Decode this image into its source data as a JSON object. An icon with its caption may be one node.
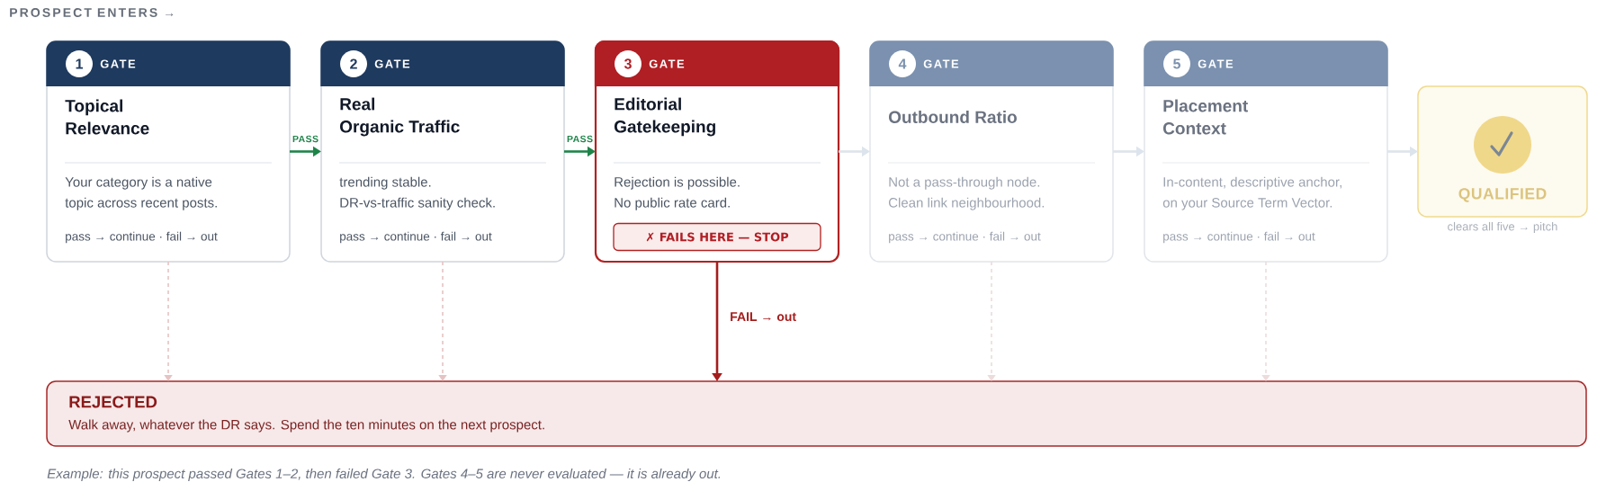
{
  "diagram": {
    "title": "PROSPECT ENTERS →",
    "caption": "Example: this prospect passed Gates 1–2, then failed Gate 3. Gates 4–5 are never evaluated — it is already out.",
    "nodes": [
      {
        "text": [
          "1",
          "GATE",
          "Topical Relevance",
          "Your category is a native topic across recent posts.",
          "pass → continue · fail → out"
        ]
      },
      {
        "text": [
          "2",
          "GATE",
          "Real Organic Traffic",
          "trending stable. DR-vs-traffic sanity check.",
          "pass → continue · fail → out"
        ]
      },
      {
        "text": [
          "3",
          "GATE",
          "Editorial Gatekeeping",
          "Rejection is possible. No public rate card."
        ]
      },
      {
        "text": [
          "✗ FAILS HERE — STOP"
        ],
        "in": 2
      },
      {
        "text": [
          "4",
          "GATE",
          "Outbound Ratio",
          "Not a pass-through node. Clean link neighbourhood.",
          "pass → continue · fail → out"
        ]
      },
      {
        "text": [
          "5",
          "GATE",
          "Placement Context",
          "In-content, descriptive anchor, on your Source Term Vector.",
          "pass → continue · fail → out"
        ]
      },
      {
        "text": [
          "QUALIFIED"
        ],
        "beside": [
          "clears all five → pitch"
        ]
      },
      {
        "text": [
          "REJECTED",
          "Walk away, whatever the DR says. Spend the ten minutes on the next prospect."
        ]
      }
    ],
    "edges": [
      {
        "from": 0,
        "to": 1,
        "arrow": "to",
        "label": "PASS",
        "color": "#1e8449"
      },
      {
        "from": 1,
        "to": 2,
        "arrow": "to",
        "label": "PASS",
        "color": "#1e8449"
      },
      {
        "from": 2,
        "to": 4,
        "arrow": "to",
        "color": "#dde4ec"
      },
      {
        "from": 4,
        "to": 5,
        "arrow": "to",
        "color": "#dde4ec"
      },
      {
        "from": 5,
        "to": 6,
        "arrow": "to",
        "color": "#dde4ec"
      },
      {
        "from": 0,
        "to": 7,
        "arrow": "to",
        "style": "dashed",
        "color": "#e6c3c3"
      },
      {
        "from": 1,
        "to": 7,
        "arrow": "to",
        "style": "dashed",
        "color": "#e6c3c3"
      },
      {
        "from": 2,
        "to": 7,
        "arrow": "to",
        "label": "FAIL → out",
        "color": "#a51d1d"
      },
      {
        "from": 4,
        "to": 7,
        "arrow": "to",
        "style": "dashed",
        "color": "#ecdcdc"
      },
      {
        "from": 5,
        "to": 7,
        "arrow": "to",
        "style": "dashed",
        "color": "#ecdcdc"
      }
    ]
  }
}
